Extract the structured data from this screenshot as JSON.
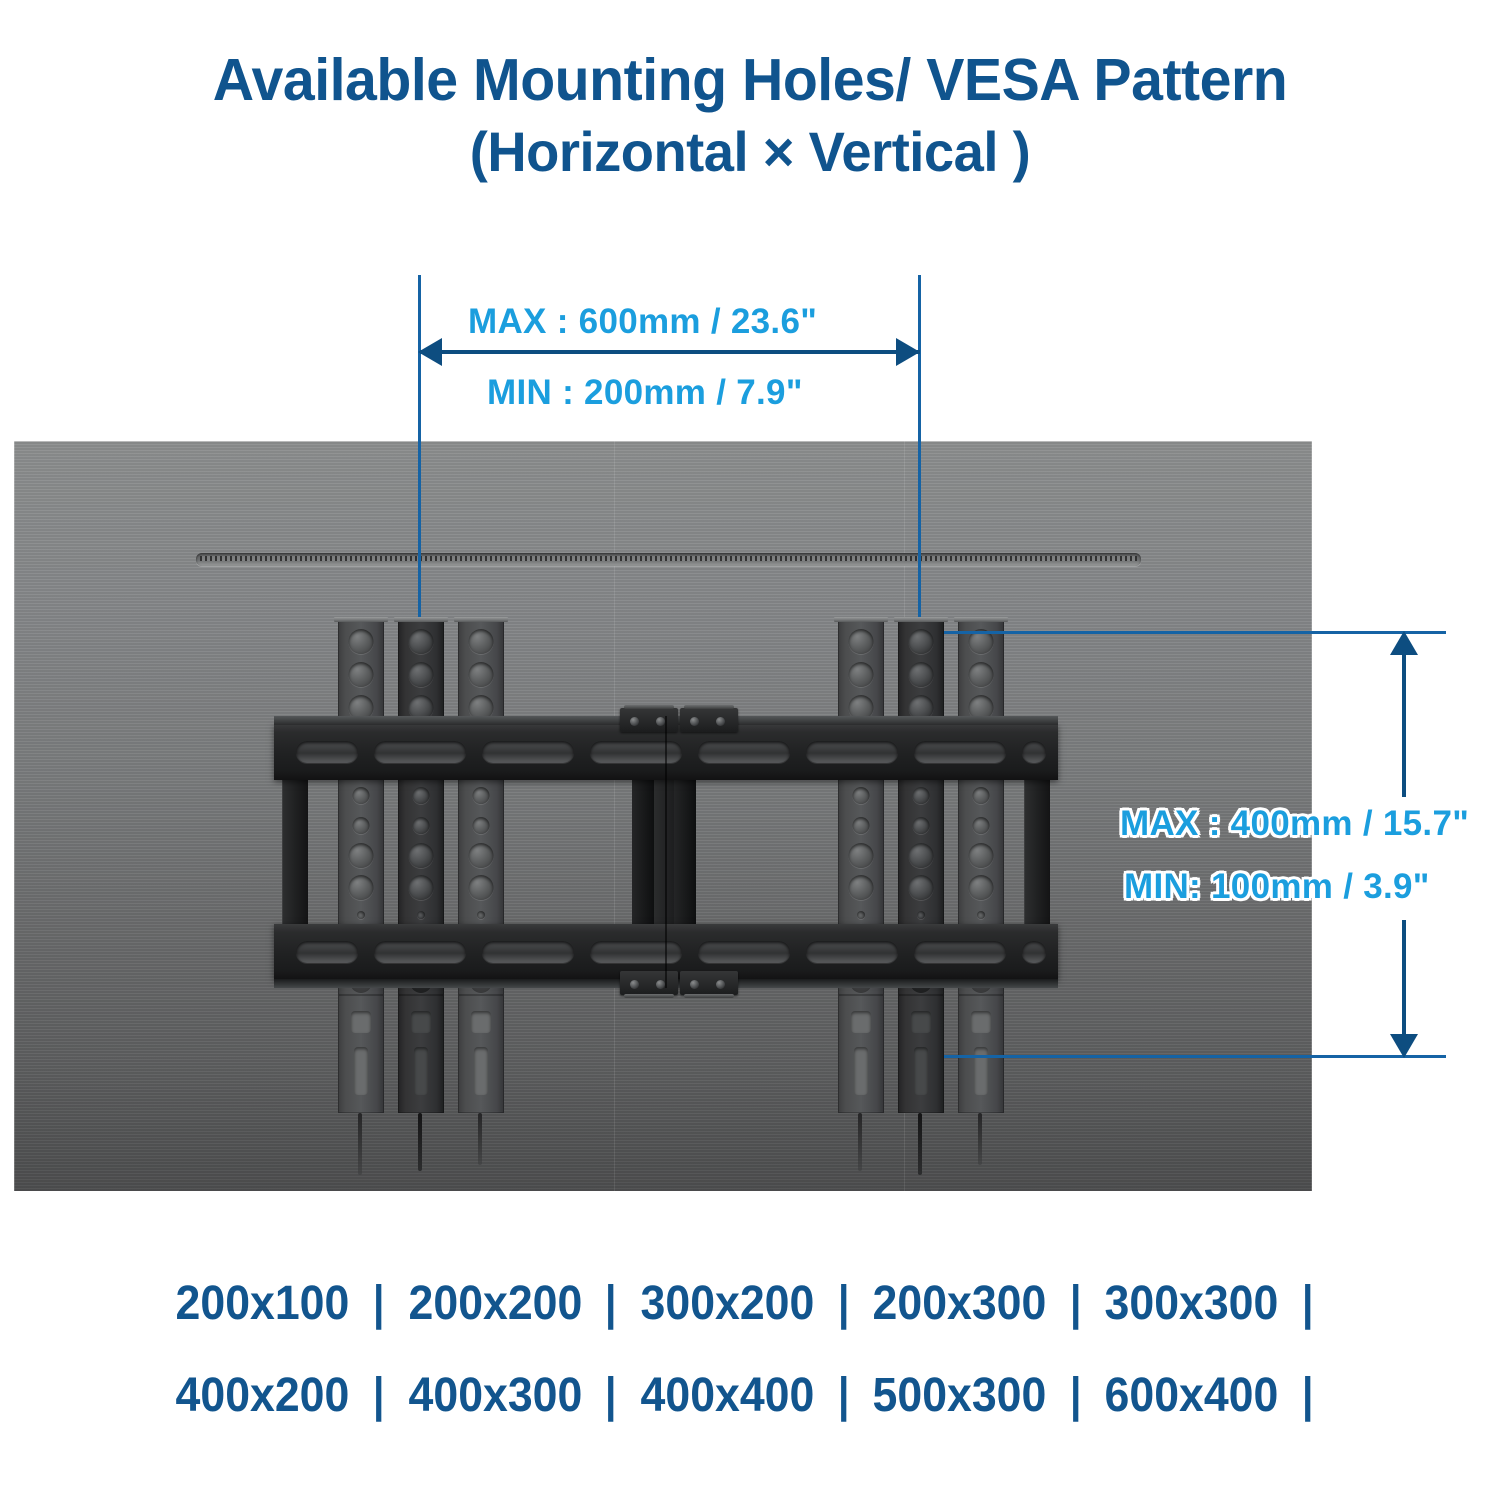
{
  "title": {
    "line1": "Available Mounting Holes/ VESA Pattern",
    "line2": "(Horizontal × Vertical )"
  },
  "colors": {
    "title_blue": "#12558e",
    "label_blue": "#1b9ede",
    "dimension_line_blue": "#0d4d80",
    "extension_line_blue": "#1563a5",
    "panel_gray": "#7a7c7d",
    "bracket_black": "#1a1b1c"
  },
  "dimensions": {
    "horizontal": {
      "axis": "Horizontal",
      "max_label": "MAX : 600mm / 23.6\"",
      "min_label": "MIN : 200mm / 7.9\"",
      "max_mm": 600,
      "max_in": 23.6,
      "min_mm": 200,
      "min_in": 7.9
    },
    "vertical": {
      "axis": "Vertical",
      "max_label": "MAX : 400mm / 15.7\"",
      "min_label": "MIN: 100mm / 3.9\"",
      "max_mm": 400,
      "max_in": 15.7,
      "min_mm": 100,
      "min_in": 3.9
    }
  },
  "vesa_patterns": {
    "separator": "|",
    "row1": [
      "200x100",
      "200x200",
      "300x200",
      "200x300",
      "300x300"
    ],
    "row2": [
      "400x200",
      "400x300",
      "400x400",
      "500x300",
      "600x400"
    ]
  }
}
